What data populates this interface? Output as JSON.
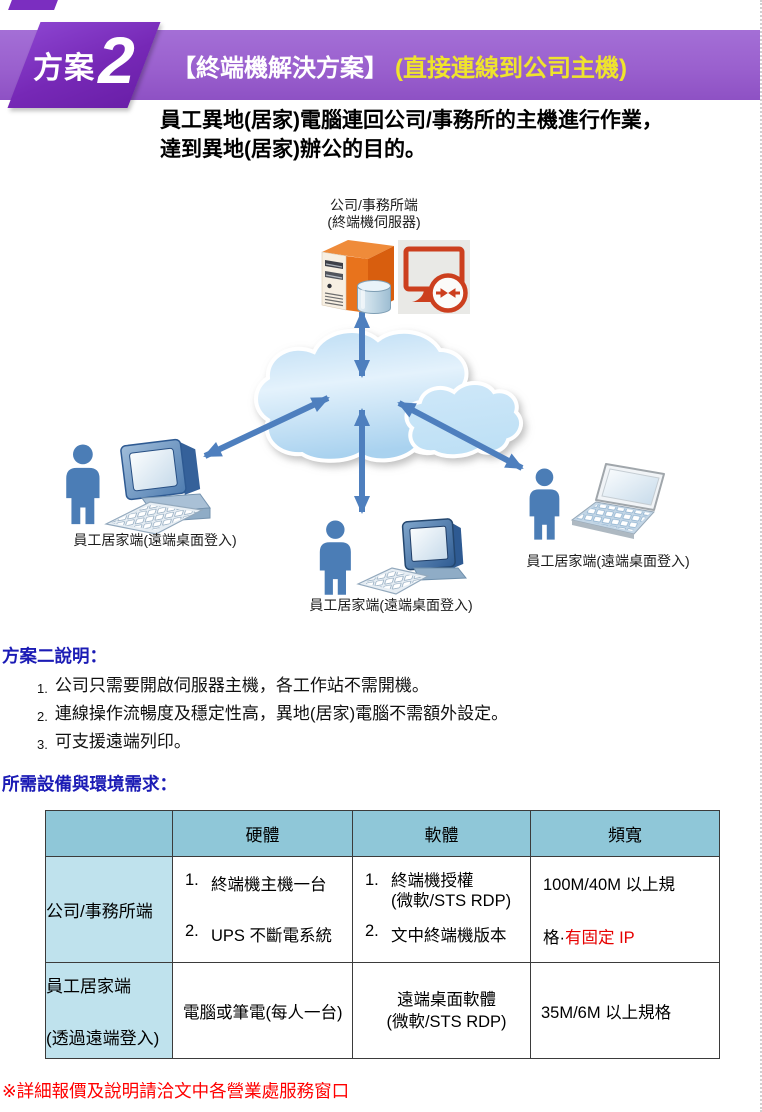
{
  "header": {
    "badge_label": "方案",
    "badge_number": "2",
    "title_main": "【終端機解決方案】",
    "title_sub": "(直接連線到公司主機)",
    "intro_line1": "員工異地(居家)電腦連回公司/事務所的主機進行作業，",
    "intro_line2": "達到異地(居家)辦公的目的。",
    "colors": {
      "banner": "#9A62CF",
      "badge": "#7A2EC0",
      "subtitle_yellow": "#EFE42C"
    }
  },
  "diagram": {
    "server_label_line1": "公司/事務所端",
    "server_label_line2": "(終端機伺服器)",
    "client_left_label": "員工居家端(遠端桌面登入)",
    "client_center_label": "員工居家端(遠端桌面登入)",
    "client_right_label": "員工居家端(遠端桌面登入)",
    "icons": {
      "server": "server-tower-icon",
      "remote_desktop": "remote-desktop-icon",
      "cloud": "cloud-icon",
      "person": "person-icon",
      "desktop": "desktop-computer-icon",
      "monitor": "crt-monitor-icon",
      "laptop": "laptop-icon"
    },
    "colors": {
      "arrow": "#4E7FBE",
      "person": "#4B7DB6",
      "cloud": "#BFDDF3"
    }
  },
  "description": {
    "heading": "方案二說明：",
    "items": [
      {
        "num": "1.",
        "text": "公司只需要開啟伺服器主機，各工作站不需開機。"
      },
      {
        "num": "2.",
        "text": "連線操作流暢度及穩定性高，異地(居家)電腦不需額外設定。"
      },
      {
        "num": "3.",
        "text": "可支援遠端列印。"
      }
    ]
  },
  "requirements": {
    "heading": "所需設備與環境需求：",
    "columns": [
      "",
      "硬體",
      "軟體",
      "頻寬"
    ],
    "row1": {
      "label": "公司/事務所端",
      "hardware": [
        {
          "num": "1.",
          "text": "終端機主機一台"
        },
        {
          "num": "2.",
          "text": "UPS 不斷電系統"
        }
      ],
      "software": [
        {
          "num": "1.",
          "text": "終端機授權",
          "sub": "(微軟/STS RDP)"
        },
        {
          "num": "2.",
          "text": "文中終端機版本"
        }
      ],
      "bandwidth": {
        "line1": "100M/40M 以上規",
        "line2_prefix": "格·",
        "line2_red": "有固定 IP"
      }
    },
    "row2": {
      "label_line1": "員工居家端",
      "label_line2": "(透過遠端登入)",
      "hardware": "電腦或筆電(每人一台)",
      "software_line1": "遠端桌面軟體",
      "software_line2": "(微軟/STS RDP)",
      "bandwidth": "35M/6M 以上規格"
    },
    "colors": {
      "header_bg": "#8FC7D8",
      "rowheader_bg": "#BFE2ED",
      "highlight_red": "#E60000"
    }
  },
  "footer": {
    "note": "※詳細報價及說明請洽文中各營業處服務窗口",
    "color": "#FF0000"
  }
}
